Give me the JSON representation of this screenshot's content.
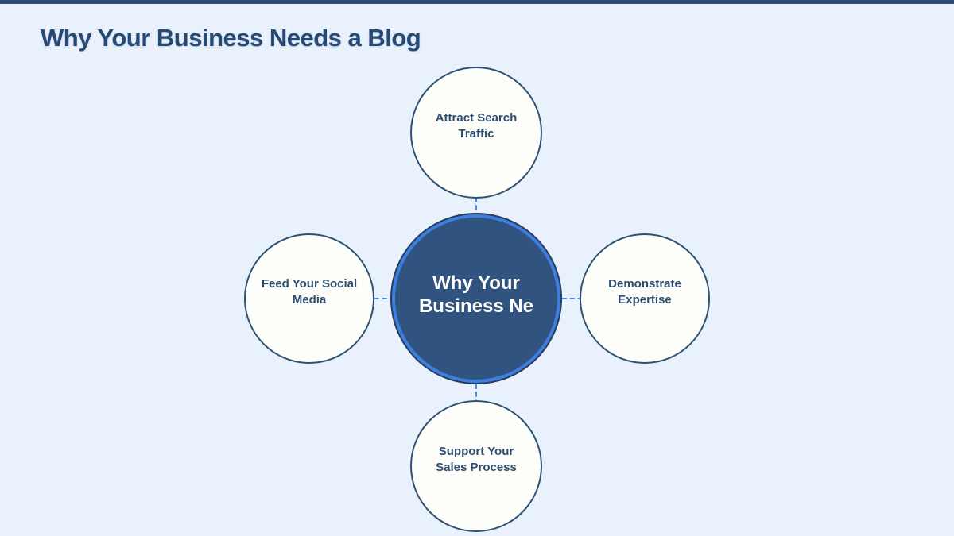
{
  "page": {
    "title": "Why Your Business Needs a Blog",
    "background_color": "#e9f1fc",
    "top_bar_color": "#2f5076",
    "title_color": "#264a73"
  },
  "diagram": {
    "center": {
      "label": "Why Your Business Ne",
      "fill_color": "#305380",
      "ring_color": "#3d7edf",
      "outer_ring_color": "#263c59",
      "text_color": "#ffffff"
    },
    "nodes": [
      {
        "id": "top",
        "label": "Attract Search Traffic"
      },
      {
        "id": "right",
        "label": "Demonstrate Expertise"
      },
      {
        "id": "bottom",
        "label": "Support Your Sales Process"
      },
      {
        "id": "left",
        "label": "Feed Your Social Media"
      }
    ],
    "node_fill_color": "#fdfdfa",
    "node_border_color": "#2f5174",
    "node_text_color": "#2e4e70",
    "connector_color": "#4285f4",
    "connector_style": "dashed"
  }
}
